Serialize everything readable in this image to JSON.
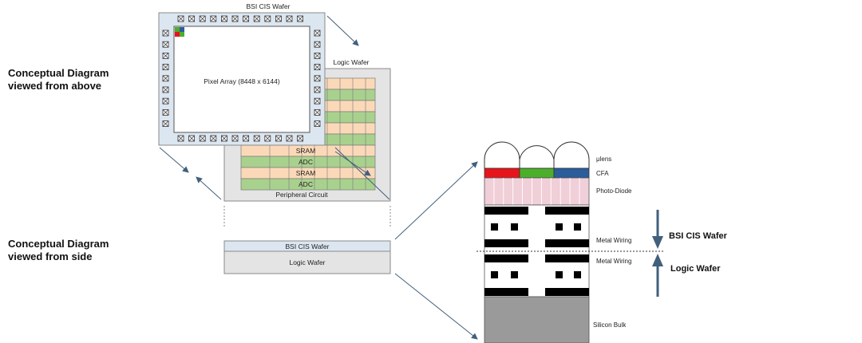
{
  "left_labels": {
    "top_line1": "Conceptual Diagram",
    "top_line2": "viewed from above",
    "bottom_line1": "Conceptual Diagram",
    "bottom_line2": "viewed from side"
  },
  "top_view": {
    "bsi_title": "BSI CIS Wafer",
    "pixel_array": "Pixel Array (8448 x 6144)",
    "logic_title": "Logic Wafer",
    "rows": [
      "SRAM",
      "ADC",
      "SRAM",
      "ADC"
    ],
    "peripheral": "Peripheral Circuit"
  },
  "side_view": {
    "bsi_layer": "BSI CIS Wafer",
    "logic_layer": "Logic Wafer"
  },
  "cross_section": {
    "labels": {
      "microlens": "μlens",
      "cfa": "CFA",
      "photodiode": "Photo-Diode",
      "metal_upper": "Metal Wiring",
      "metal_lower": "Metal Wiring",
      "silicon": "Silicon Bulk"
    },
    "arrows": {
      "bsi": "BSI CIS Wafer",
      "logic": "Logic Wafer"
    }
  },
  "colors": {
    "cfa_red": "#e8141c",
    "cfa_green": "#4caf2a",
    "cfa_blue": "#2b5d9b",
    "sram": "#fbd9b8",
    "adc": "#a9d18e",
    "photodiode": "#f0cfd8",
    "silicon": "#9a9a9a",
    "wafer_gray": "#e4e4e4",
    "bsi_blue": "#dce6f0",
    "arrow_blue": "#41607c"
  }
}
